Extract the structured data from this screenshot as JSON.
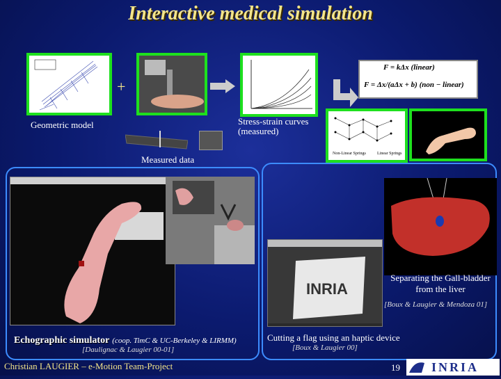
{
  "slide": {
    "title": "Interactive medical simulation",
    "plus": "+",
    "geometric_model": "Geometric model",
    "stress_strain": "Stress-strain curves (measured)",
    "stress_strain_line1": "Stress-strain curves",
    "stress_strain_line2": "(measured)",
    "measured_data": "Measured data",
    "formula_linear": "F = kΔx   (linear)",
    "formula_nonlinear": "F = Δx/(aΔx + b)   (non − linear)",
    "nonlinear_springs": "Non-Linear Springs",
    "linear_springs": "Linear Springs",
    "left_panel": {
      "caption_main": "Echographic simulator",
      "caption_coop": "(coop. TimC & UC-Berkeley & LIRMM)",
      "reference": "[Daulignac & Laugier 00-01]"
    },
    "right_panel": {
      "caption_gall_line1": "Separating the Gall-bladder",
      "caption_gall_line2": "from the liver",
      "reference_gall": "[Boux & Laugier & Mendoza 01]",
      "caption_flag": "Cutting a flag using an haptic device",
      "reference_flag": "[Boux & Laugier 00]"
    },
    "footer": {
      "author": "Christian LAUGIER – e-Motion Team-Project",
      "page_number": "19",
      "logo_text": "INRIA"
    }
  }
}
